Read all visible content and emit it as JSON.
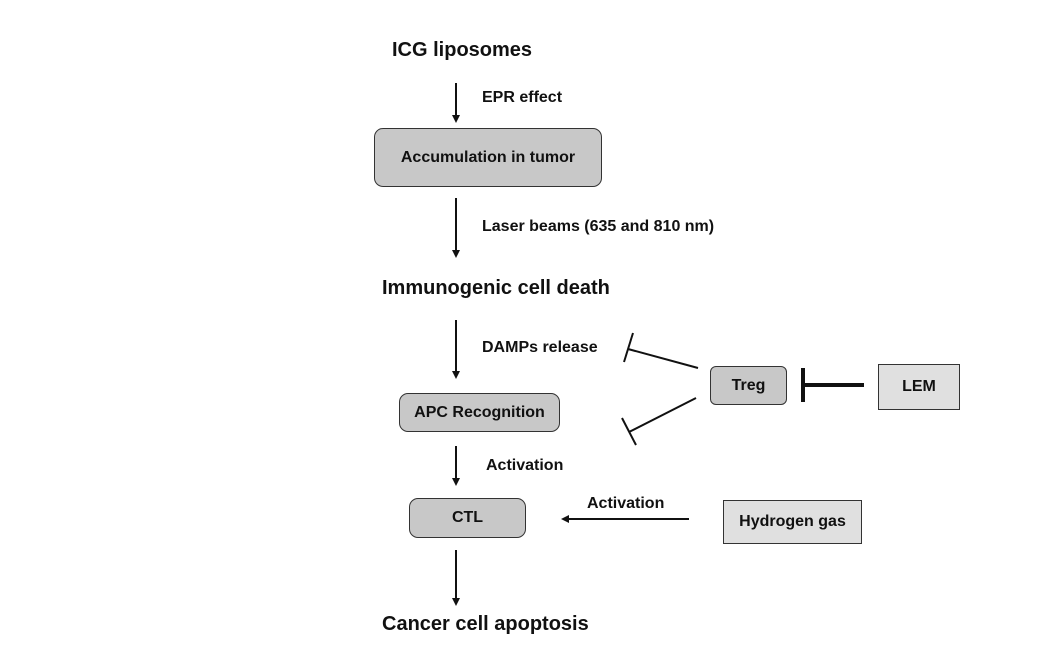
{
  "diagram": {
    "nodes": {
      "icg_liposomes": "ICG liposomes",
      "accumulation": "Accumulation in tumor",
      "immunogenic": "Immunogenic cell death",
      "apc": "APC Recognition",
      "ctl": "CTL",
      "cancer_apoptosis": "Cancer cell apoptosis",
      "treg": "Treg",
      "lem": "LEM",
      "hydrogen": "Hydrogen gas"
    },
    "edges": {
      "epr": "EPR effect",
      "laser": "Laser beams (635 and 810 nm)",
      "damps": "DAMPs release",
      "activation_apc_ctl": "Activation",
      "activation_h2_ctl": "Activation"
    }
  }
}
